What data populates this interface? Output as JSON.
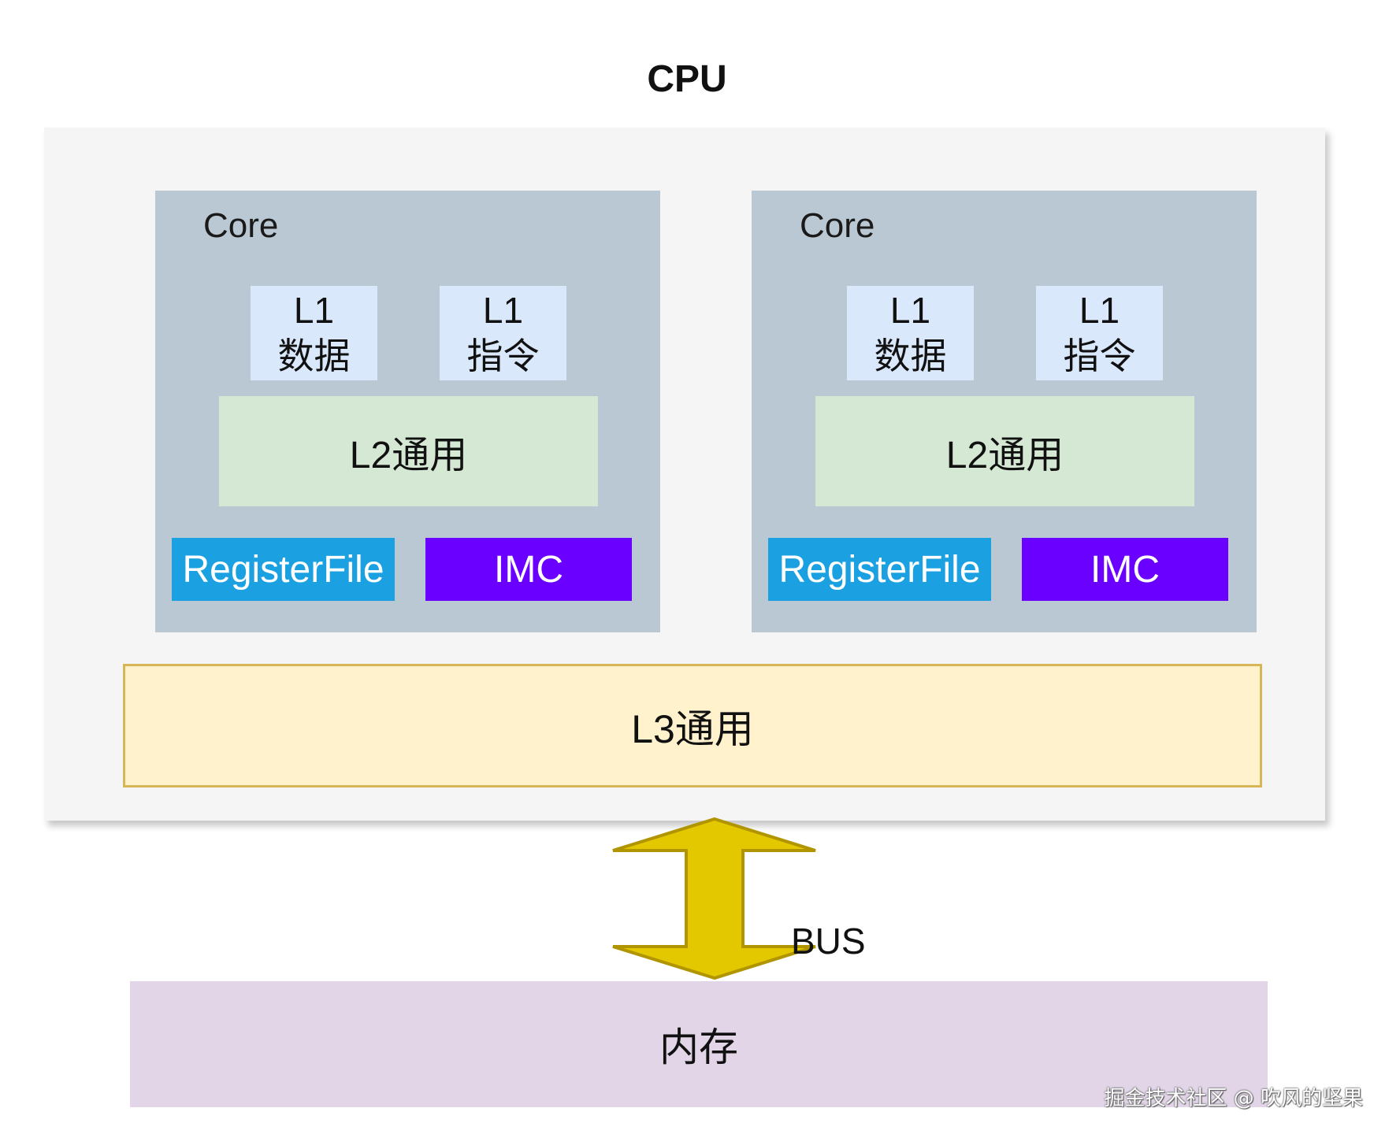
{
  "title": "CPU",
  "cores": [
    {
      "label": "Core",
      "l1_data": {
        "line1": "L1",
        "line2": "数据"
      },
      "l1_inst": {
        "line1": "L1",
        "line2": "指令"
      },
      "l2": "L2通用",
      "register_file": "RegisterFile",
      "imc": "IMC"
    },
    {
      "label": "Core",
      "l1_data": {
        "line1": "L1",
        "line2": "数据"
      },
      "l1_inst": {
        "line1": "L1",
        "line2": "指令"
      },
      "l2": "L2通用",
      "register_file": "RegisterFile",
      "imc": "IMC"
    }
  ],
  "l3": "L3通用",
  "bus": "BUS",
  "memory": "内存",
  "watermark": "掘金技术社区 @ 吹风的坚果",
  "colors": {
    "cpu_background": "#f5f5f5",
    "core": "#bac8d3",
    "l1": "#dae8fc",
    "l2": "#d5e8d4",
    "register_file": "#1ba1e2",
    "imc": "#6a00ff",
    "l3": "#fff2cc",
    "l3_border": "#d6b656",
    "bus_arrow": "#e3c800",
    "bus_arrow_border": "#b09500",
    "memory": "#e1d5e7"
  }
}
